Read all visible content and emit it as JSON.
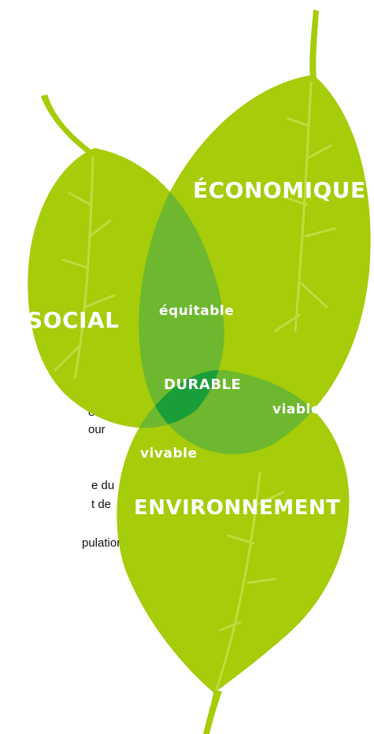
{
  "diagram": {
    "circles": {
      "economique": "ÉCONOMIQUE",
      "social": "SOCIAL",
      "environnement": "ENVIRONNEMENT"
    },
    "intersections": {
      "equitable": "équitable",
      "viable": "viable",
      "vivable": "vivable",
      "durable": "DURABLE"
    }
  },
  "background_fragments": {
    "line1": "es",
    "line2": "our",
    "line3": "e du",
    "line4": "t de",
    "line5": "pulation,"
  },
  "colors": {
    "leaf": "#a6cc0a",
    "overlap": "#6db82e",
    "center": "#1a9e3a",
    "text": "#ffffff"
  }
}
